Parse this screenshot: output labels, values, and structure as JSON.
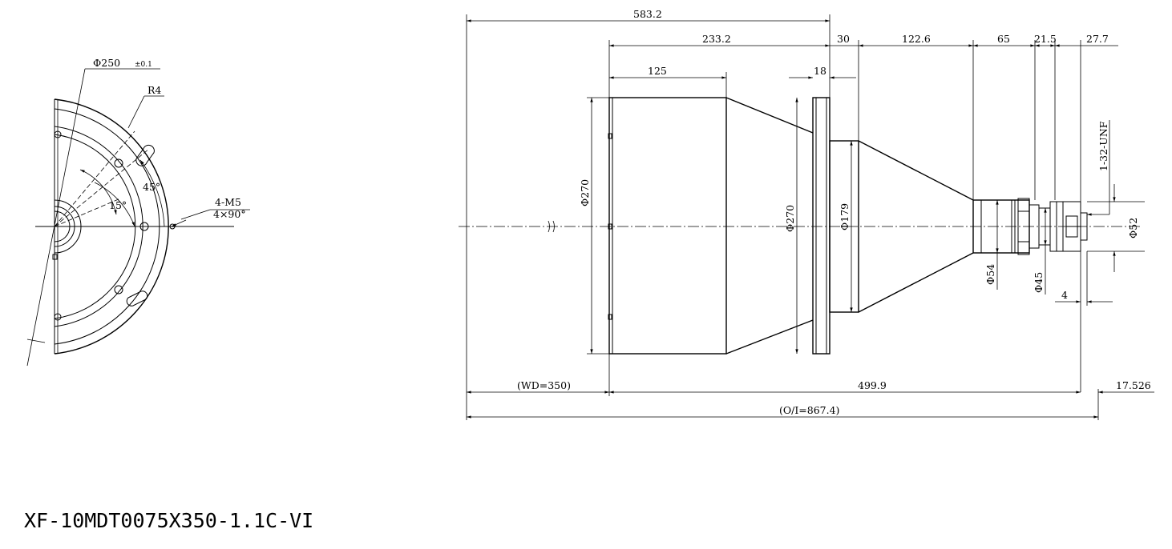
{
  "title": "XF-10MDT0075X350-1.1C-VI",
  "front_view": {
    "diameter_label": "Φ250",
    "tolerance_label": "±0.1",
    "radius_label": "R4",
    "angle_45_label": "45°",
    "angle_15_label": "15°",
    "thread_label": "4-M5",
    "pattern_label": "4×90°"
  },
  "side_view": {
    "top_dims": {
      "overall_length": "583.2",
      "body_length": "233.2",
      "front_cylinder": "125",
      "flange_width": "18",
      "seg_30": "30",
      "seg_122_6": "122.6",
      "seg_65": "65",
      "seg_21_5": "21.5",
      "seg_27_7": "27.7"
    },
    "diameters": {
      "front": "Φ270",
      "flange": "Φ270",
      "rear_tube": "Φ179",
      "barrel": "Φ54",
      "ring": "Φ45",
      "mount": "Φ52"
    },
    "mount_thread": "1-32-UNF",
    "dim_4": "4",
    "bottom_dims": {
      "working_distance": "(WD=350)",
      "length_499_9": "499.9",
      "back_focus": "17.526",
      "object_to_image": "(O/I=867.4)"
    }
  }
}
